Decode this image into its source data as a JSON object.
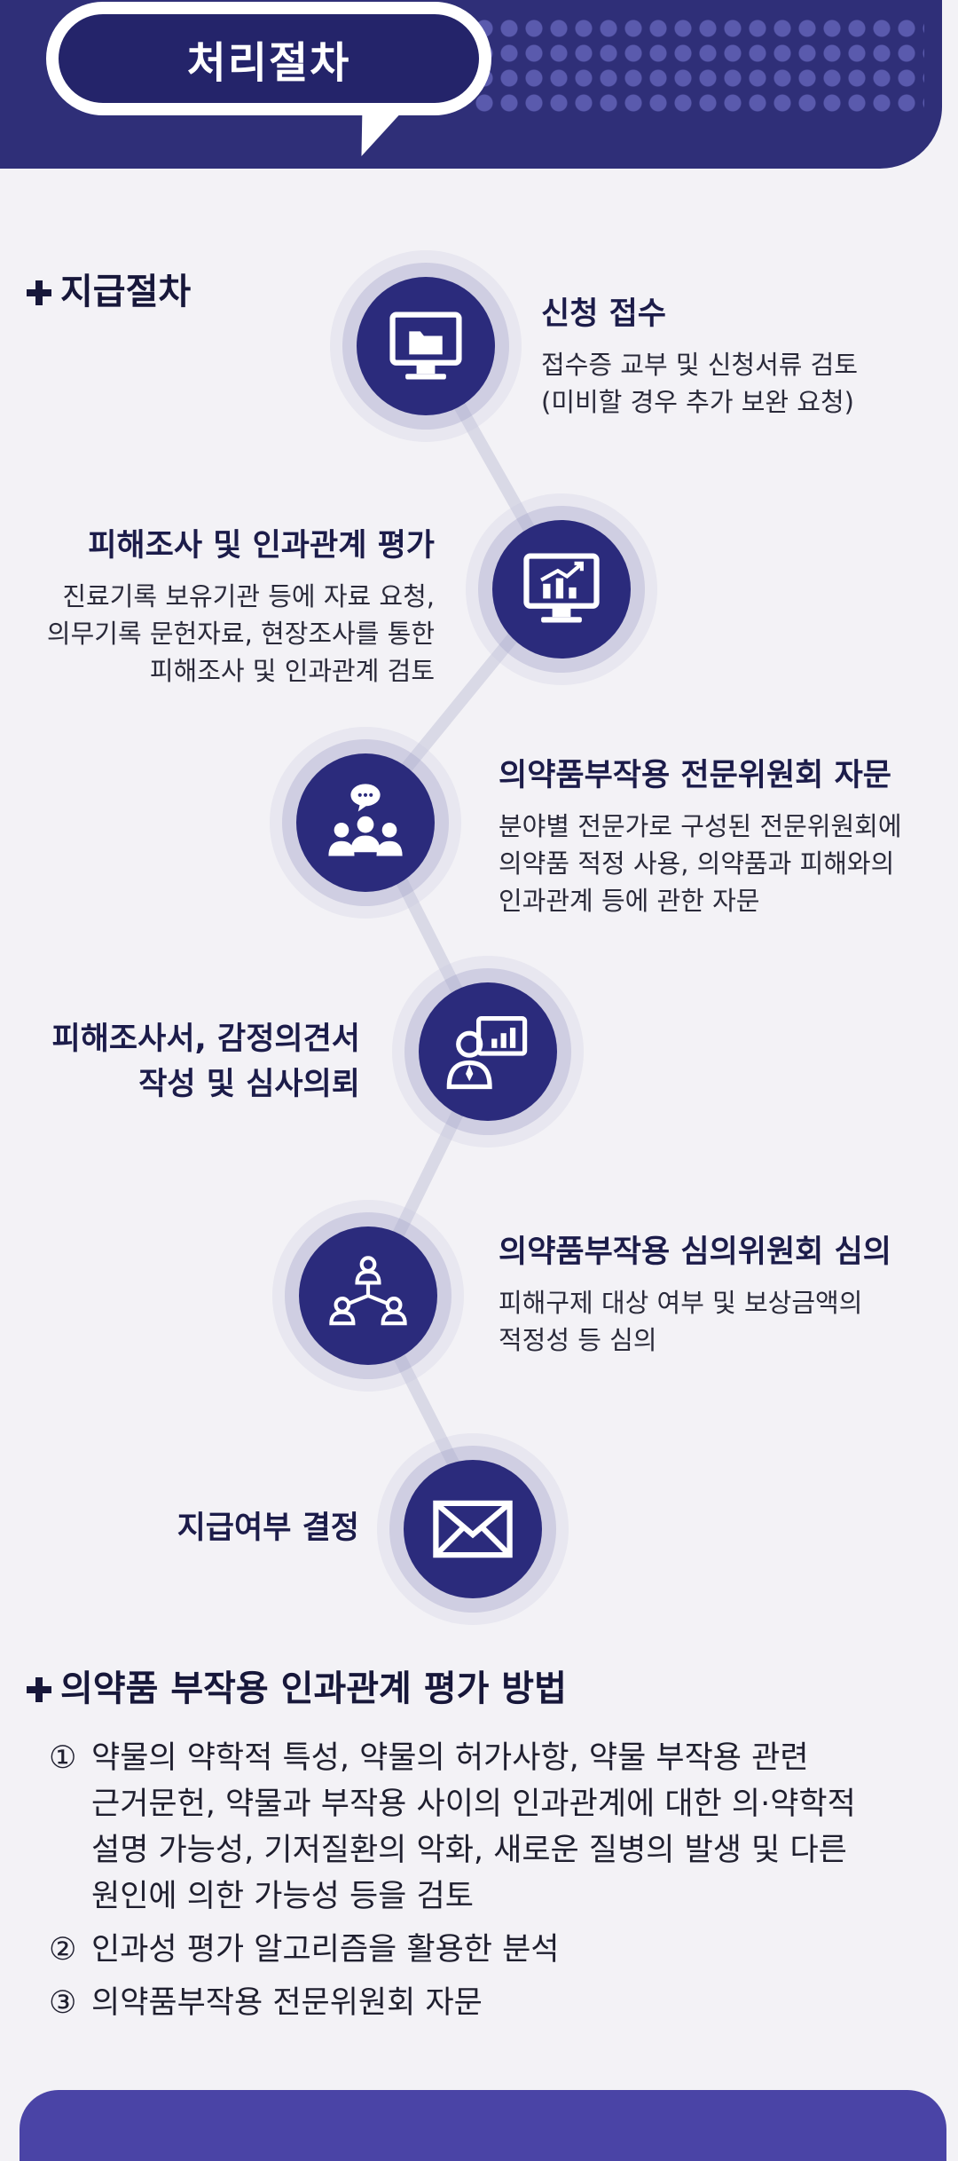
{
  "header": {
    "title": "처리절차"
  },
  "section1": {
    "heading": "지급절차"
  },
  "steps": [
    {
      "title": "신청 접수",
      "desc": [
        "접수증 교부 및 신청서류 검토",
        "(미비할 경우 추가 보완 요청)"
      ],
      "icon": "folder-monitor-icon"
    },
    {
      "title": "피해조사 및 인과관계 평가",
      "desc": [
        "진료기록 보유기관 등에 자료 요청,",
        "의무기록 문헌자료, 현장조사를 통한",
        "피해조사 및 인과관계 검토"
      ],
      "icon": "chart-monitor-icon"
    },
    {
      "title": "의약품부작용 전문위원회 자문",
      "desc": [
        "분야별 전문가로 구성된 전문위원회에",
        "의약품 적정 사용, 의약품과 피해와의",
        "인과관계 등에 관한 자문"
      ],
      "icon": "meeting-people-icon"
    },
    {
      "title_lines": [
        "피해조사서, 감정의견서",
        "작성 및 심사의뢰"
      ],
      "icon": "presenter-board-icon"
    },
    {
      "title": "의약품부작용 심의위원회 심의",
      "desc": [
        "피해구제 대상 여부 및 보상금액의",
        "적정성 등 심의"
      ],
      "icon": "network-people-icon"
    },
    {
      "title": "지급여부 결정",
      "icon": "envelope-icon"
    }
  ],
  "section2": {
    "heading": "의약품 부작용 인과관계 평가 방법",
    "items": [
      {
        "num": "①",
        "lines": [
          "약물의 약학적 특성, 약물의 허가사항, 약물 부작용 관련",
          "근거문헌, 약물과 부작용 사이의 인과관계에 대한 의·약학적",
          "설명 가능성, 기저질환의 악화, 새로운 질병의 발생 및 다른",
          "원인에 의한 가능성 등을 검토"
        ]
      },
      {
        "num": "②",
        "lines": [
          "인과성 평가 알고리즘을 활용한 분석"
        ]
      },
      {
        "num": "③",
        "lines": [
          "의약품부작용 전문위원회 자문"
        ]
      }
    ]
  }
}
